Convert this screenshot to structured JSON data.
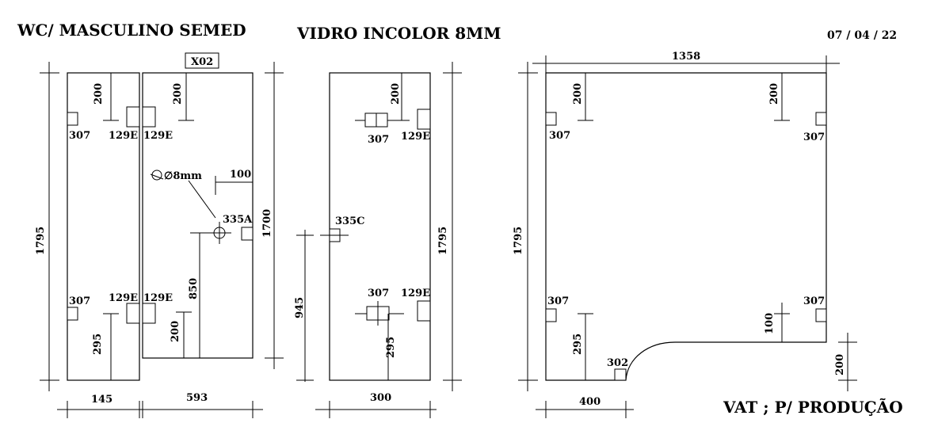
{
  "header": {
    "title_left": "WC/ MASCULINO  SEMED",
    "title_center": "VIDRO INCOLOR 8MM",
    "date": "07 / 04 / 22",
    "footer_note": "VAT ; P/ PRODUÇÃO"
  },
  "panel_group_1": {
    "tag": "X02",
    "dims": {
      "total_height": "1795",
      "door_height": "1700",
      "fixed_width": "145",
      "door_width": "593",
      "top_offset_fixed": "200",
      "top_offset_door": "200",
      "bottom_offset_fixed": "295",
      "bottom_offset_door": "200",
      "handle_height": "850",
      "handle_offset": "100"
    },
    "hardware": {
      "fixed_top_left": "307",
      "fixed_top_right": "129E",
      "door_top_left": "129E",
      "fixed_bottom_left": "307",
      "fixed_bottom_right": "129E",
      "door_bottom_left": "129E",
      "handle": "335A",
      "hole": "8mm"
    }
  },
  "panel_group_2": {
    "dims": {
      "width": "300",
      "height": "1795",
      "top_offset": "200",
      "lock_height": "945",
      "bottom_offset": "295"
    },
    "hardware": {
      "top_center": "307",
      "top_right": "129E",
      "lock": "335C",
      "bottom_center": "307",
      "bottom_right": "129E"
    }
  },
  "panel_group_3": {
    "dims": {
      "width": "1358",
      "height": "1795",
      "top_offset_left": "200",
      "top_offset_right": "200",
      "bottom_offset_left": "295",
      "bottom_offset_right": "100",
      "notch_width": "400",
      "notch_height": "200"
    },
    "hardware": {
      "top_left": "307",
      "top_right": "307",
      "bottom_left": "307",
      "bottom_right": "307",
      "corner": "302"
    }
  }
}
